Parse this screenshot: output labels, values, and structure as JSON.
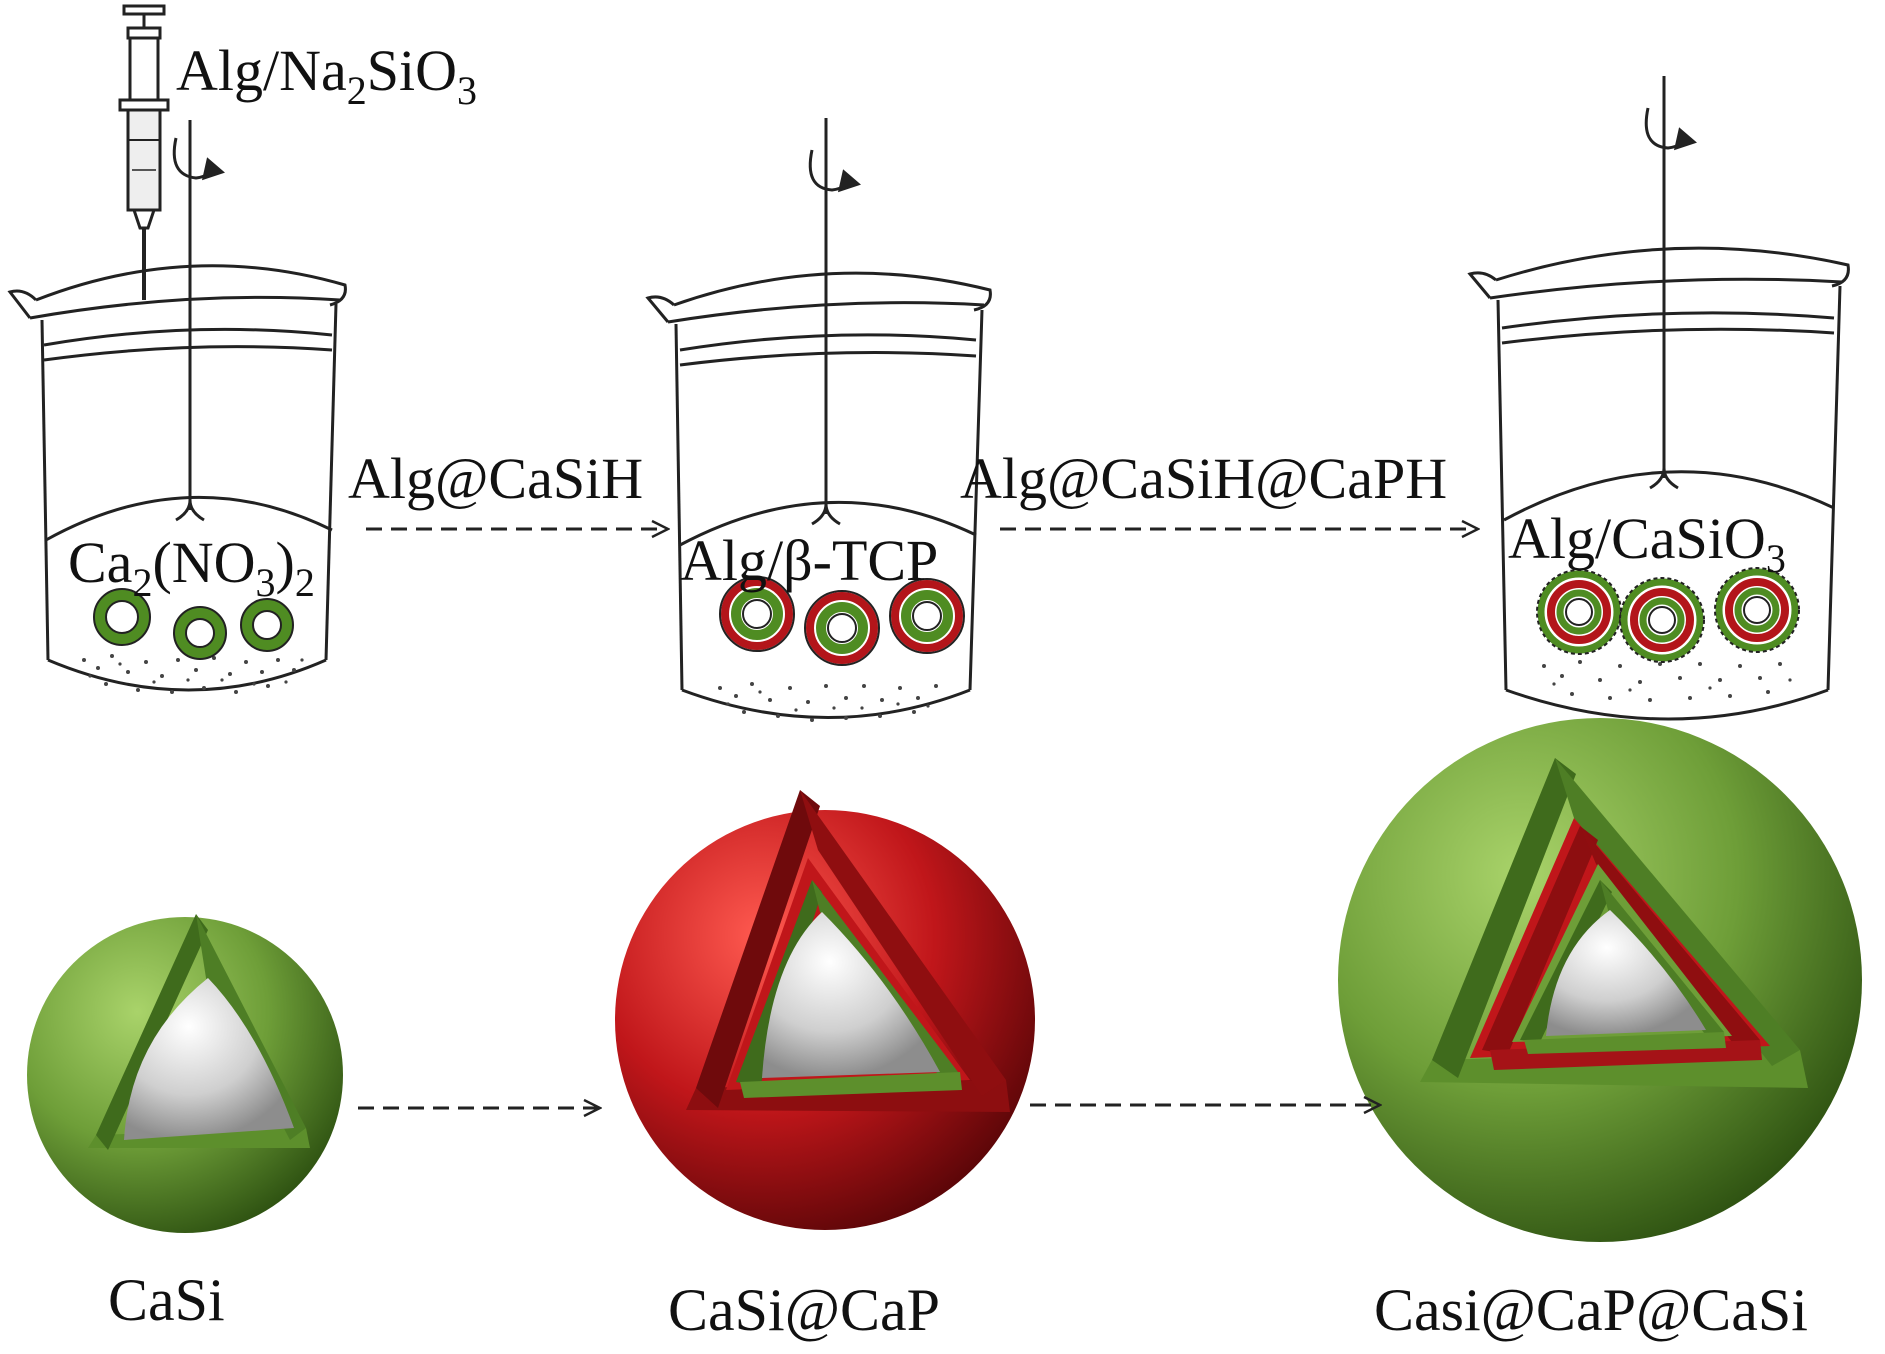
{
  "syringe_label": {
    "prefix": "Alg/Na",
    "sub1": "2",
    "mid": "SiO",
    "sub2": "3"
  },
  "beaker1_label": {
    "prefix": "Ca",
    "sub1": "2",
    "mid": "(NO",
    "sub2": "3",
    "close": ")",
    "sub3": "2"
  },
  "beaker2_label": "Alg/β-TCP",
  "beaker3_label": {
    "prefix": "Alg/CaSiO",
    "sub1": "3"
  },
  "arrow1_label": "Alg@CaSiH",
  "arrow2_label": "Alg@CaSiH@CaPH",
  "sphere_captions": [
    "CaSi",
    "CaSi@CaP",
    "Casi@CaP@CaSi"
  ],
  "colors": {
    "green": "#6e9e38",
    "green_dark": "#3f6b1c",
    "red": "#c0161a",
    "red_dark": "#7a0a0c",
    "core": "#d6d6d6",
    "outline": "#222222"
  },
  "icons": [
    "syringe-icon",
    "stirrer-rotation-icon",
    "beaker-icon",
    "core-shell-sphere-icon",
    "dashed-arrow-icon"
  ]
}
